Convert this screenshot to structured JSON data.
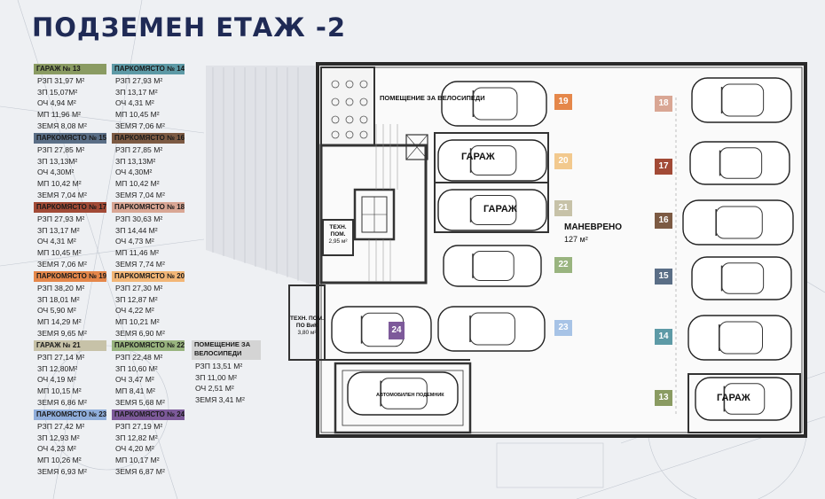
{
  "title": "ПОДЗЕМЕН ЕТАЖ   -2",
  "cards": [
    {
      "id": "g13",
      "label": "ГАРАЖ № 13",
      "color": "#8a9b62",
      "lines": [
        "РЗП 31,97 М²",
        "ЗП 15,07М²",
        "ОЧ 4,94 М²",
        "МП 11,96 М²",
        "ЗЕМЯ 8,08 М²"
      ]
    },
    {
      "id": "p14",
      "label": "ПАРКОМЯСТО № 14",
      "color": "#5d9aa6",
      "lines": [
        "РЗП 27,93 М²",
        "ЗП 13,17 М²",
        "ОЧ 4,31 М²",
        "МП 10,45 М²",
        "ЗЕМЯ 7,06 М²"
      ]
    },
    {
      "id": "p15",
      "label": "ПАРКОМЯСТО № 15",
      "color": "#5a6e86",
      "lines": [
        "РЗП 27,85 М²",
        "ЗП 13,13М²",
        "ОЧ 4,30М²",
        "МП 10,42 М²",
        "ЗЕМЯ 7,04 М²"
      ]
    },
    {
      "id": "p16",
      "label": "ПАРКОМЯСТО № 16",
      "color": "#7c5a43",
      "lines": [
        "РЗП 27,85 М²",
        "ЗП 13,13М²",
        "ОЧ 4,30М²",
        "МП 10,42 М²",
        "ЗЕМЯ 7,04 М²"
      ]
    },
    {
      "id": "p17",
      "label": "ПАРКОМЯСТО № 17",
      "color": "#a24a36",
      "lines": [
        "РЗП 27,93 М²",
        "ЗП 13,17 М²",
        "ОЧ 4,31 М²",
        "МП 10,45 М²",
        "ЗЕМЯ 7,06 М²"
      ]
    },
    {
      "id": "p18",
      "label": "ПАРКОМЯСТО № 18",
      "color": "#d9a694",
      "lines": [
        "РЗП 30,63 М²",
        "ЗП 14,44 М²",
        "ОЧ 4,73 М²",
        "МП 11,46 М²",
        "ЗЕМЯ 7,74 М²"
      ]
    },
    {
      "id": "p19",
      "label": "ПАРКОМЯСТО № 19",
      "color": "#e5874a",
      "lines": [
        "РЗП 38,20 М²",
        "ЗП 18,01 М²",
        "ОЧ 5,90 М²",
        "МП 14,29 М²",
        "ЗЕМЯ 9,65 М²"
      ]
    },
    {
      "id": "p20",
      "label": "ПАРКОМЯСТО № 20",
      "color": "#f2b676",
      "lines": [
        "РЗП 27,30 М²",
        "ЗП 12,87 М²",
        "ОЧ 4,22 М²",
        "МП 10,21 М²",
        "ЗЕМЯ 6,90 М²"
      ]
    },
    {
      "id": "g21",
      "label": "ГАРАЖ № 21",
      "color": "#c7c2a8",
      "lines": [
        "РЗП 27,14 М²",
        "ЗП 12,80М²",
        "ОЧ 4,19 М²",
        "МП 10,15 М²",
        "ЗЕМЯ 6,86 М²"
      ]
    },
    {
      "id": "p22",
      "label": "ПАРКОМЯСТО № 22",
      "color": "#99b47f",
      "lines": [
        "РЗП 22,48 М²",
        "ЗП 10,60 М²",
        "ОЧ 3,47 М²",
        "МП 8,41 М²",
        "ЗЕМЯ 5,68 М²"
      ]
    },
    {
      "id": "bike",
      "label": "ПОМЕЩЕНИЕ ЗА ВЕЛОСИПЕДИ",
      "color": "#d4d4d4",
      "lines": [
        "РЗП 13,51 М²",
        "ЗП 11,00 М²",
        "ОЧ 2,51 М²",
        "ЗЕМЯ 3,41 М²"
      ]
    },
    {
      "id": "p23",
      "label": "ПАРКОМЯСТО № 23",
      "color": "#90aedb",
      "lines": [
        "РЗП 27,42 М²",
        "ЗП 12,93 М²",
        "ОЧ 4,23 М²",
        "МП 10,26 М²",
        "ЗЕМЯ 6,93 М²"
      ]
    },
    {
      "id": "p24",
      "label": "ПАРКОМЯСТО № 24",
      "color": "#7d5a9a",
      "lines": [
        "РЗП 27,19 М²",
        "ЗП 12,82 М²",
        "ОЧ 4,20 М²",
        "МП 10,17 М²",
        "ЗЕМЯ 6,87 М²"
      ]
    }
  ],
  "spots": [
    {
      "num": "19",
      "color": "#e5874a"
    },
    {
      "num": "20",
      "color": "#f2c98e"
    },
    {
      "num": "21",
      "color": "#c7c2a8"
    },
    {
      "num": "22",
      "color": "#99b47f"
    },
    {
      "num": "23",
      "color": "#a7c3e6"
    },
    {
      "num": "24",
      "color": "#7d5a9a"
    },
    {
      "num": "18",
      "color": "#d9a694"
    },
    {
      "num": "17",
      "color": "#a24a36"
    },
    {
      "num": "16",
      "color": "#7c5a43"
    },
    {
      "num": "15",
      "color": "#5a6e86"
    },
    {
      "num": "14",
      "color": "#5d9aa6"
    },
    {
      "num": "13",
      "color": "#8a9b62"
    }
  ],
  "labels": {
    "bike_room": "ПОМЕЩЕНИЕ ЗА ВЕЛОСИПЕДИ",
    "garage": "ГАРАЖ",
    "garage_right": "ГАРАЖ",
    "maneuver": "МАНЕВРЕНО",
    "maneuver_area": "127 м²",
    "car_lift": "АВТОМОБИЛЕН ПОДЕМНИК",
    "tech_room_1": "ТЕХН. ПОМ.",
    "tech_room_1_area": "2,95 м²",
    "tech_room_2": "ТЕХН. ПОМ.",
    "tech_room_2_sub": "ПО ВиК",
    "tech_room_2_area": "3,80 м²"
  }
}
